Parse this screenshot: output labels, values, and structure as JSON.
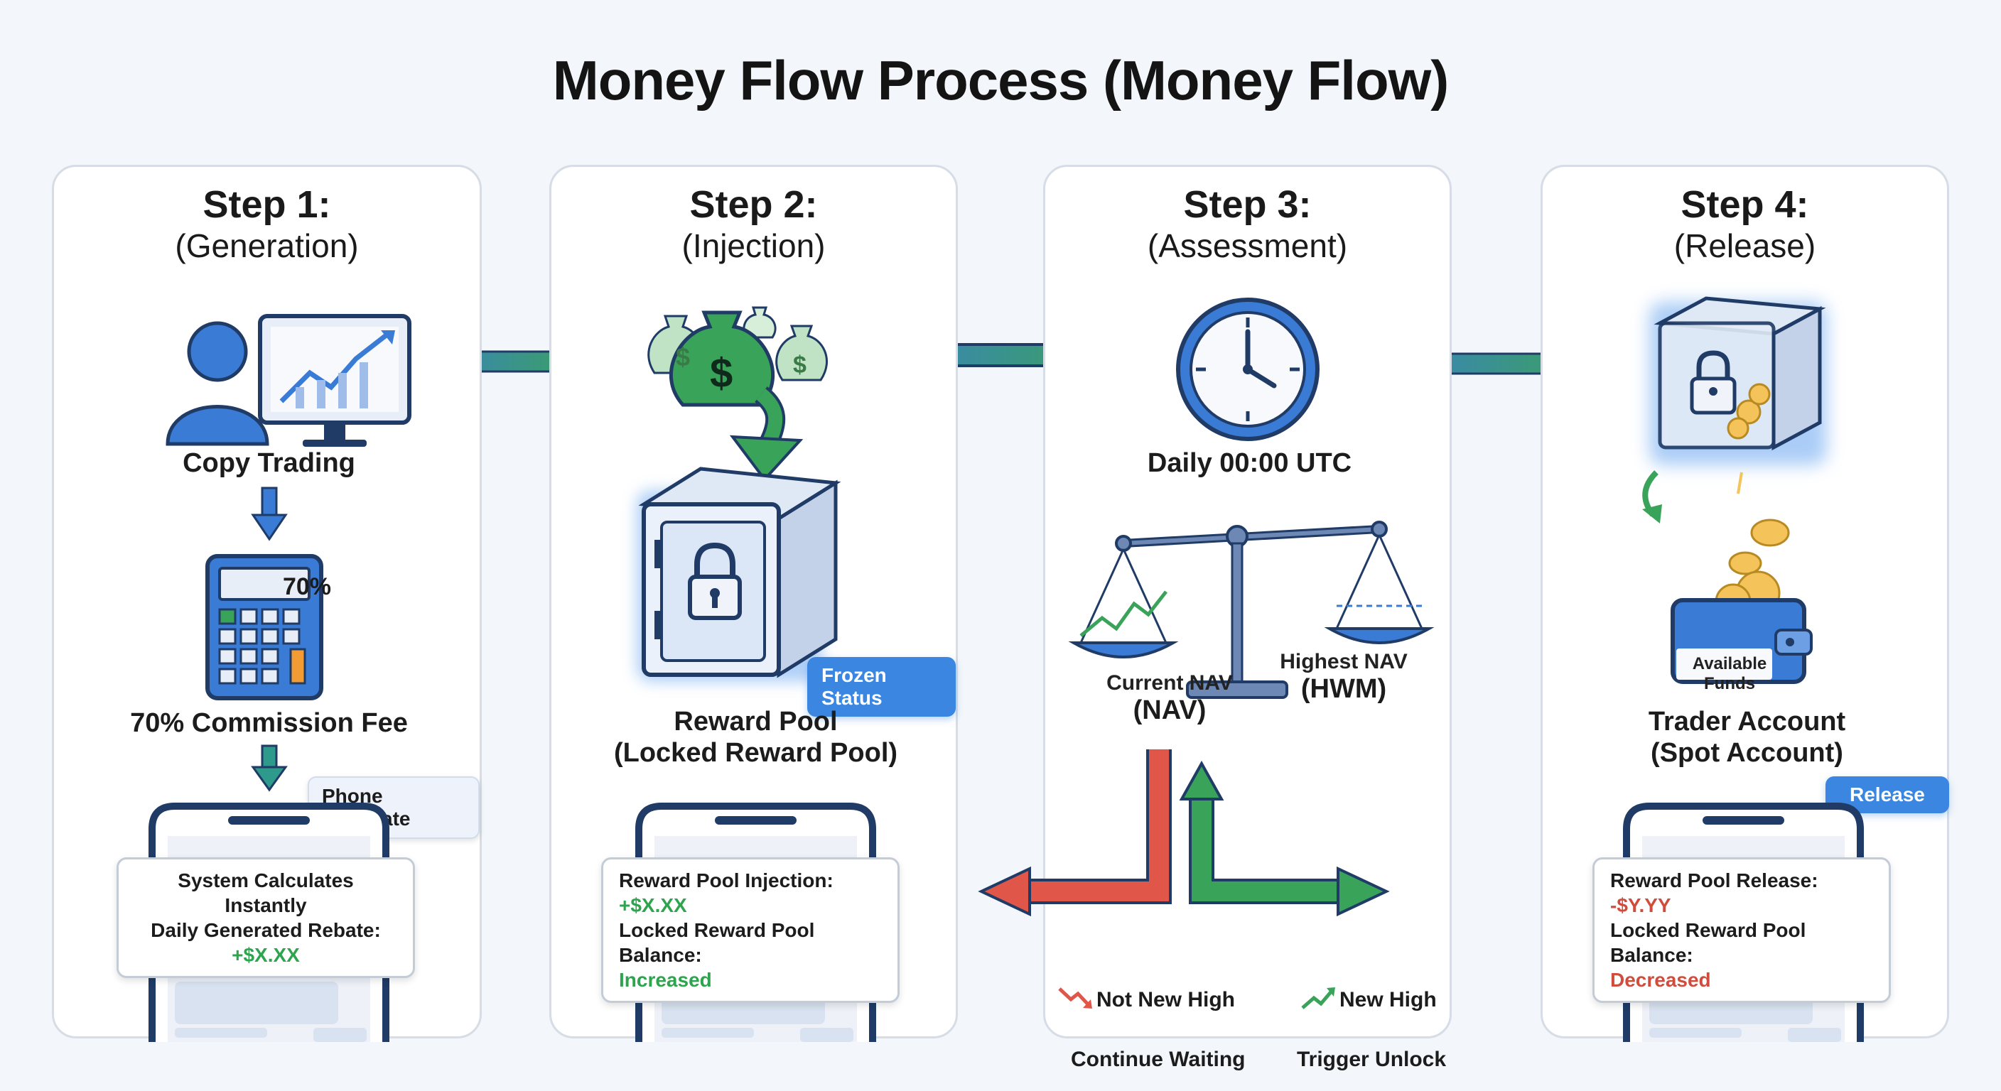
{
  "title": "Money Flow Process (Money Flow)",
  "steps": [
    {
      "title": "Step 1:",
      "subtitle": "(Generation)",
      "icon_label": "Copy Trading",
      "calc_label": "70% Commission Fee",
      "calc_display": "70%",
      "badge": "Phone Calculate",
      "card_line1": "System Calculates Instantly",
      "card_line2_label": "Daily Generated Rebate: ",
      "card_line2_value": "+$X.XX"
    },
    {
      "title": "Step 2:",
      "subtitle": "(Injection)",
      "badge": "Frozen Status",
      "pool_label": "Reward Pool",
      "pool_sub": "(Locked Reward Pool)",
      "card_line1_label": "Reward Pool Injection: ",
      "card_line1_value": "+$X.XX",
      "card_line2": "Locked Reward Pool Balance:",
      "card_line3": "Increased"
    },
    {
      "title": "Step 3:",
      "subtitle": "(Assessment)",
      "clock_label": "Daily 00:00 UTC",
      "nav_label": "Current NAV",
      "nav_sub": "(NAV)",
      "hwm_label": "Highest NAV",
      "hwm_sub": "(HWM)",
      "not_new_high": "Not New High",
      "continue_waiting": "Continue Waiting",
      "new_high": "New High",
      "trigger_unlock": "Trigger Unlock"
    },
    {
      "title": "Step 4:",
      "subtitle": "(Release)",
      "wallet_label": "Available Funds",
      "account_label": "Trader Account",
      "account_sub": "(Spot Account)",
      "badge": "Release",
      "card_line1_label": "Reward Pool Release: ",
      "card_line1_value": "-$Y.YY",
      "card_line2": "Locked Reward Pool Balance:",
      "card_line3": "Decreased"
    }
  ],
  "icons": {
    "dollar": "$"
  },
  "colors": {
    "blue": "#3a7bd5",
    "green": "#2ea44f",
    "red": "#d04c3c",
    "navy": "#1f3b66"
  }
}
